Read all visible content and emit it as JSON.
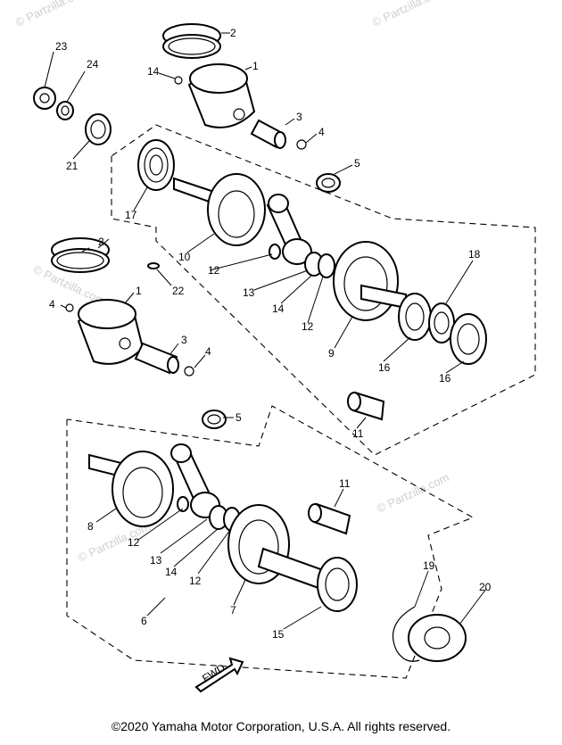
{
  "watermark": "© Partzilla.com",
  "copyright": "©2020 Yamaha Motor Corporation, U.S.A. All rights reserved.",
  "fwd_label": "FWD",
  "callouts": [
    "1",
    "1",
    "2",
    "2",
    "3",
    "3",
    "4",
    "4",
    "4",
    "5",
    "5",
    "6",
    "7",
    "8",
    "9",
    "10",
    "11",
    "11",
    "12",
    "12",
    "12",
    "12",
    "13",
    "13",
    "14",
    "14",
    "14",
    "15",
    "16",
    "16",
    "17",
    "18",
    "19",
    "20",
    "21",
    "22",
    "23",
    "24"
  ]
}
